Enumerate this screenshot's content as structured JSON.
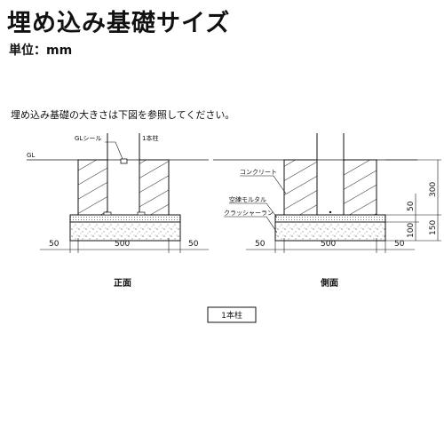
{
  "page": {
    "title": "埋め込み基礎サイズ",
    "unit_label": "単位：mm",
    "description": "埋め込み基礎の大きさは下図を参照してください。"
  },
  "front_view": {
    "caption": "正面",
    "labels": {
      "gl": "GL",
      "gl_seal": "GLシール",
      "post": "1本柱"
    },
    "dims": {
      "left": "50",
      "center": "500",
      "right": "50"
    }
  },
  "side_view": {
    "caption": "側面",
    "labels": {
      "concrete": "コンクリート",
      "mortar": "空練モルタル",
      "crusher_run": "クラッシャーラン"
    },
    "dims": {
      "left": "50",
      "center": "500",
      "right": "50",
      "v_300": "300",
      "v_150": "150",
      "v_50": "50",
      "v_100": "100"
    }
  },
  "footer": {
    "box_label": "1本柱"
  }
}
